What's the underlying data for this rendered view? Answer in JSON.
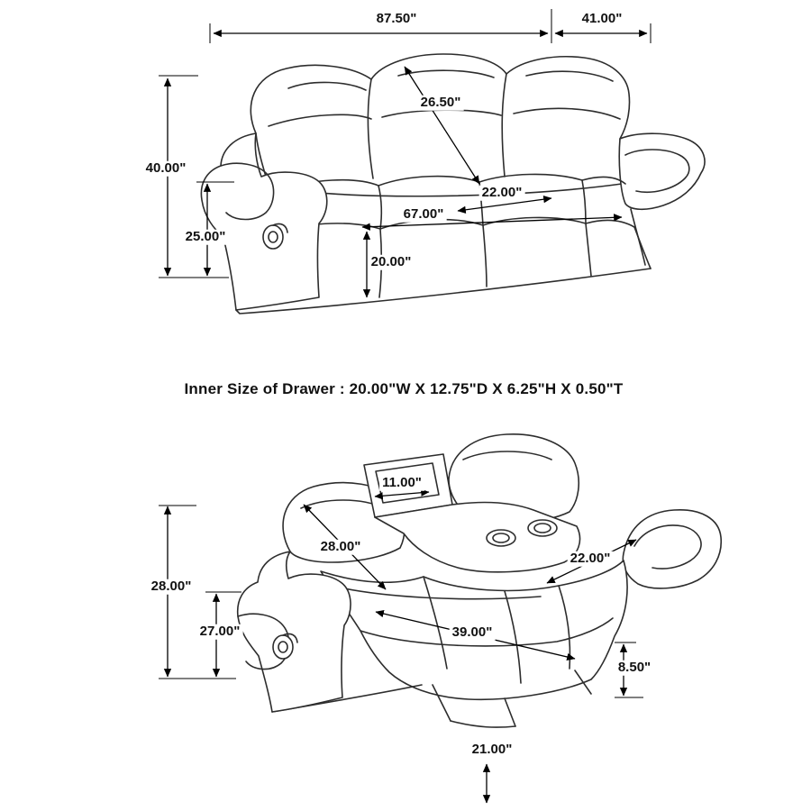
{
  "page": {
    "background": "#ffffff",
    "line_color": "#2d2d2d",
    "dim_color": "#000000"
  },
  "drawer_note": "Inner Size of Drawer : 20.00\"W X 12.75\"D X 6.25\"H X 0.50\"T",
  "sofa_upright": {
    "dims": {
      "overall_width": "87.50\"",
      "overall_depth": "41.00\"",
      "back_height": "26.50\"",
      "overall_height": "40.00\"",
      "arm_height": "25.00\"",
      "seat_depth": "22.00\"",
      "inner_width": "67.00\"",
      "seat_height": "20.00\""
    }
  },
  "sofa_reclined": {
    "dims": {
      "console_width": "11.00\"",
      "seat_back_diag": "28.00\"",
      "reclined_height": "28.00\"",
      "arm_height": "27.00\"",
      "seat_width": "22.00\"",
      "recline_extension": "39.00\"",
      "footrest_height": "8.50\"",
      "floor_clearance": "21.00\""
    }
  }
}
